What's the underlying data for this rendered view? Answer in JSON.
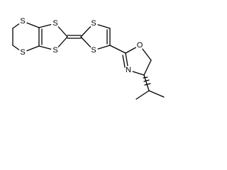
{
  "molecule": {
    "atoms": {
      "s1": "S",
      "s2": "S",
      "s3": "S",
      "s4": "S",
      "s5": "S",
      "s6": "S",
      "o1": "O",
      "n1": "N"
    },
    "colors": {
      "bond": "#000000",
      "background": "#ffffff"
    }
  }
}
